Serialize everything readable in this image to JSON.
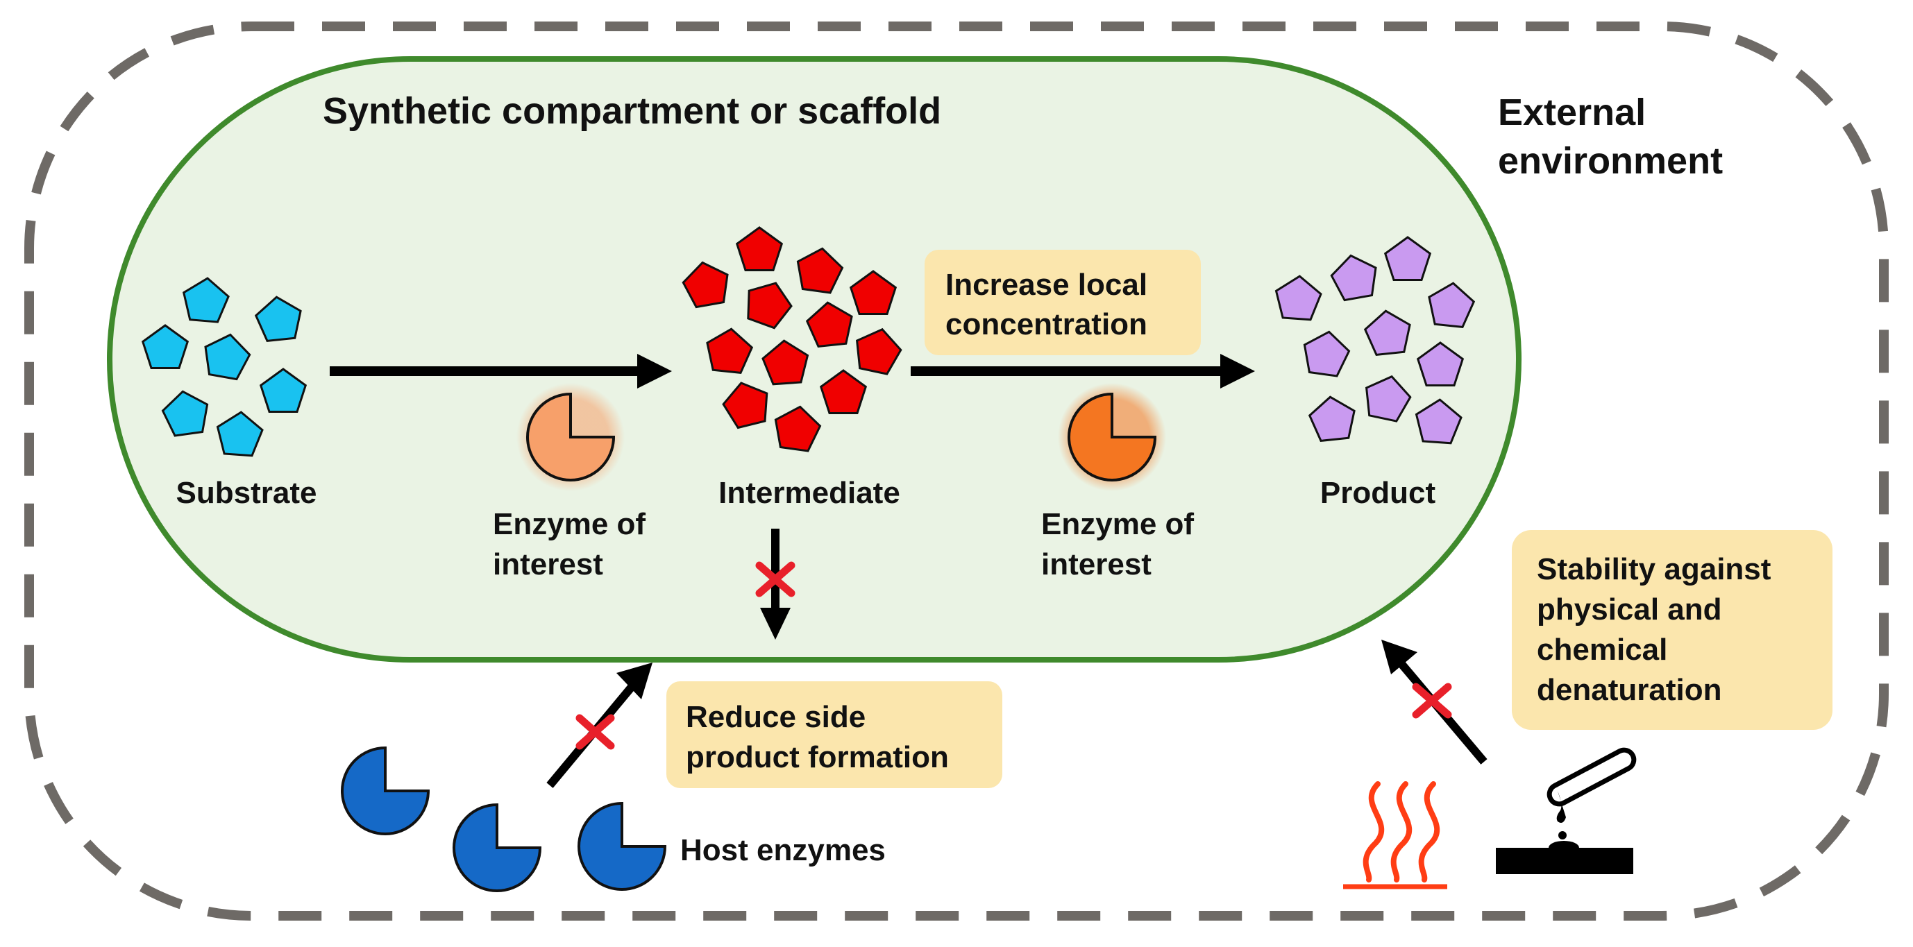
{
  "labels": {
    "compartment_title": "Synthetic compartment or scaffold",
    "external_line1": "External",
    "external_line2": "environment",
    "substrate": "Substrate",
    "intermediate": "Intermediate",
    "product": "Product",
    "enzyme1_line1": "Enzyme of",
    "enzyme1_line2": "interest",
    "enzyme2_line1": "Enzyme of",
    "enzyme2_line2": "interest",
    "host_enzymes": "Host enzymes"
  },
  "callouts": {
    "increase_line1": "Increase local",
    "increase_line2": "concentration",
    "reduce_line1": "Reduce side",
    "reduce_line2": "product formation",
    "stability_line1": "Stability against",
    "stability_line2": "physical and",
    "stability_line3": "chemical",
    "stability_line4": "denaturation"
  },
  "colors": {
    "compartment_fill": "#eaf3e4",
    "compartment_stroke": "#3f8a2c",
    "dashed_border": "#6e6a66",
    "substrate": "#19c2f0",
    "intermediate": "#f00000",
    "product": "#c99af0",
    "enzyme_light": "#f7a06a",
    "enzyme_dark": "#f47621",
    "host_enzyme": "#1569c7",
    "callout_fill": "#fbe6ad",
    "blocked_mark": "#e8202a",
    "heat": "#ff3d14"
  },
  "icons": {
    "heat": "heat-waves-icon",
    "chemical": "chemical-spill-icon",
    "blocked": "blocked-x-icon"
  }
}
